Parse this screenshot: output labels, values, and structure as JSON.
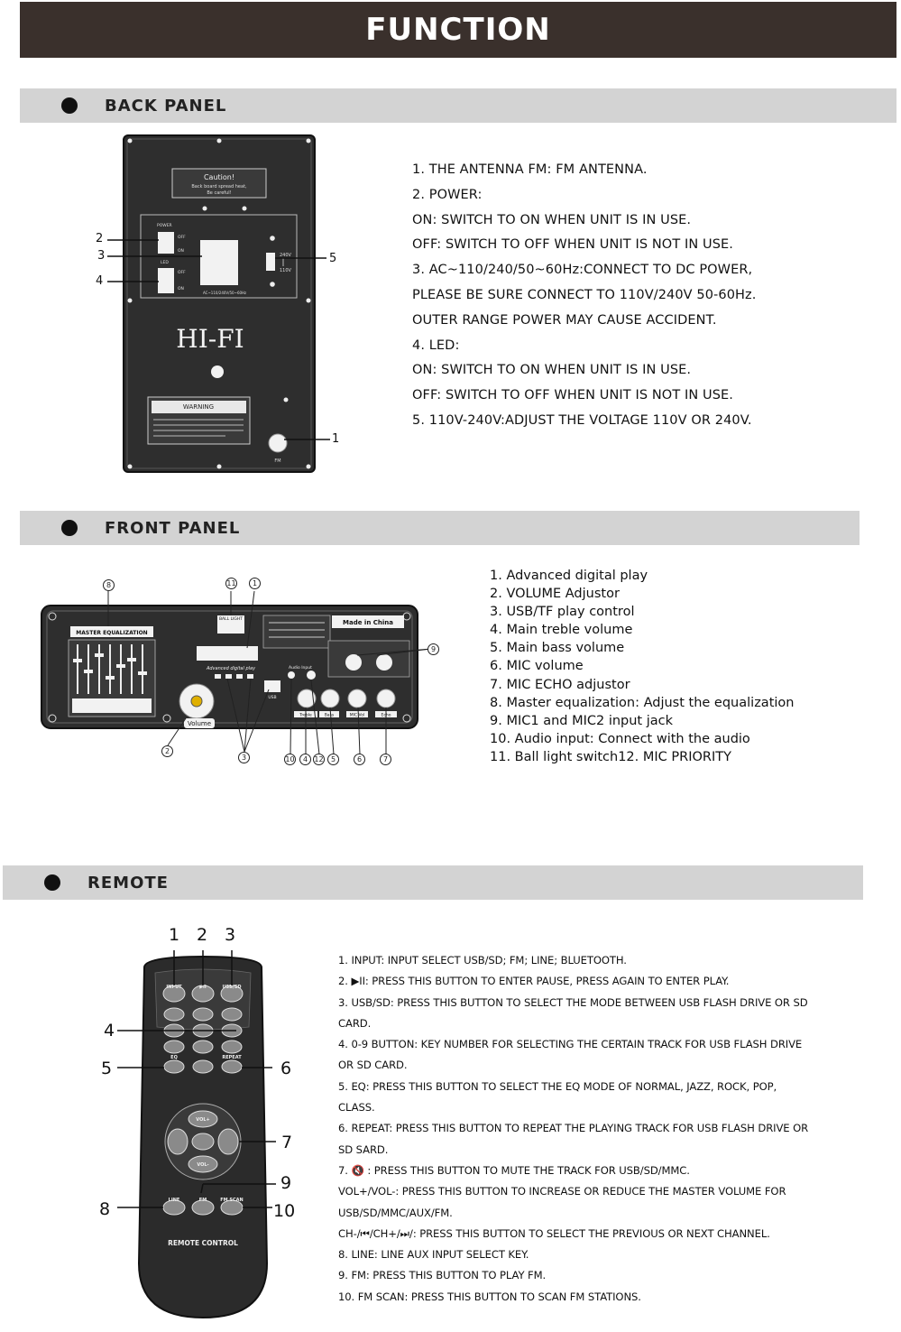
{
  "header": {
    "title": "FUNCTION"
  },
  "back_panel": {
    "heading": "BACK PANEL",
    "image_text": {
      "caution_title": "Caution!",
      "caution_line1": "Back board spread heat,",
      "caution_line2": "Be careful!",
      "power_label": "POWER",
      "led_label": "LED",
      "off": "OFF",
      "on": "ON",
      "v240": "240V",
      "v110": "110V",
      "ac_label": "AC~110/240V/50~60Hz",
      "brand": "HI-FI",
      "warning": "WARNING",
      "fm": "FM"
    },
    "callouts": [
      "1",
      "2",
      "3",
      "4",
      "5"
    ],
    "lines": [
      "1. THE ANTENNA FM: FM ANTENNA.",
      "2. POWER:",
      "ON: SWITCH TO ON WHEN UNIT IS IN USE.",
      "OFF: SWITCH TO OFF WHEN UNIT IS NOT IN USE.",
      "3. AC~110/240/50~60Hz:CONNECT TO DC POWER,",
      "PLEASE BE SURE CONNECT TO 110V/240V 50-60Hz.",
      "OUTER RANGE POWER MAY CAUSE ACCIDENT.",
      "4. LED:",
      "ON: SWITCH TO ON WHEN UNIT IS IN USE.",
      "OFF: SWITCH TO OFF WHEN UNIT IS NOT IN USE.",
      "5. 110V-240V:ADJUST THE VOLTAGE 110V OR 240V."
    ]
  },
  "front_panel": {
    "heading": "FRONT PANEL",
    "image_text": {
      "master_eq": "MASTER EQUALIZATION",
      "ball_light": "BALL LIGHT",
      "made_in_china": "Made in China",
      "advanced_play": "Advanced digital play",
      "volume": "Volume",
      "audio_input": "Audio Input",
      "usb": "USB",
      "treble": "Treble",
      "bass": "Bass",
      "mic_vol": "MIC Vol",
      "echo": "Echo"
    },
    "callouts": [
      "8",
      "11",
      "1",
      "9",
      "2",
      "3",
      "10",
      "4",
      "12",
      "5",
      "6",
      "7"
    ],
    "lines": [
      "1. Advanced digital play",
      "2. VOLUME Adjustor",
      "3. USB/TF play control",
      "4. Main treble volume",
      "5. Main bass volume",
      "6. MIC volume",
      "7. MIC ECHO adjustor",
      "8. Master equalization: Adjust the equalization",
      "9. MIC1 and MIC2 input jack",
      "10. Audio input: Connect with the audio",
      "11. Ball light switch12. MIC PRIORITY"
    ]
  },
  "remote": {
    "heading": "REMOTE",
    "image_text": {
      "input": "INPUT",
      "play": "▶II",
      "usbsd": "USB/SD",
      "eq": "EQ",
      "repeat": "REPEAT",
      "vol_up": "VOL+",
      "vol_down": "VOL-",
      "line": "LINE",
      "fm": "FM",
      "fm_scan": "FM SCAN",
      "label": "REMOTE CONTROL"
    },
    "callouts": [
      "1",
      "2",
      "3",
      "4",
      "5",
      "6",
      "7",
      "8",
      "9",
      "10"
    ],
    "lines": [
      "1. INPUT: INPUT SELECT USB/SD; FM; LINE; BLUETOOTH.",
      "2. ▶II: PRESS THIS BUTTON TO ENTER PAUSE, PRESS AGAIN TO ENTER PLAY.",
      "3. USB/SD: PRESS THIS BUTTON TO SELECT THE MODE BETWEEN USB FLASH DRIVE OR SD",
      "CARD.",
      "4. 0-9 BUTTON: KEY NUMBER FOR SELECTING THE CERTAIN TRACK FOR USB FLASH DRIVE",
      "OR SD CARD.",
      "5. EQ: PRESS THIS BUTTON TO SELECT THE EQ MODE OF NORMAL, JAZZ, ROCK, POP,",
      "CLASS.",
      "6. REPEAT: PRESS THIS BUTTON TO REPEAT THE PLAYING TRACK FOR USB FLASH DRIVE OR",
      "SD SARD.",
      "7. 🔇 : PRESS THIS BUTTON TO MUTE THE TRACK FOR USB/SD/MMC.",
      "VOL+/VOL-: PRESS THIS BUTTON TO INCREASE OR REDUCE THE MASTER VOLUME FOR",
      "USB/SD/MMC/AUX/FM.",
      "CH-/⏮/CH+/⏭/: PRESS THIS BUTTON TO SELECT THE PREVIOUS OR NEXT CHANNEL.",
      "8. LINE: LINE AUX INPUT SELECT KEY.",
      "9. FM: PRESS THIS BUTTON TO PLAY FM.",
      "10. FM SCAN: PRESS THIS BUTTON TO SCAN FM STATIONS."
    ]
  }
}
